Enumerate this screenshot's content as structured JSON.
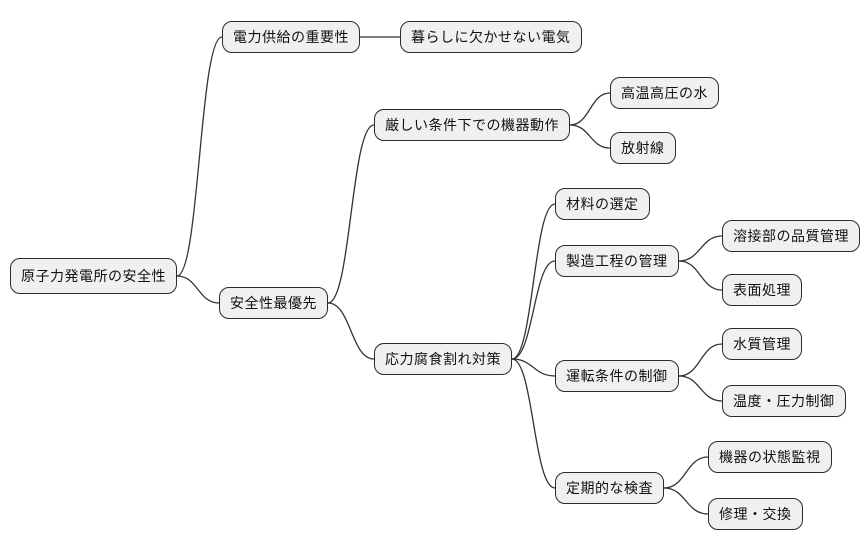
{
  "diagram": {
    "type": "mindmap",
    "language": "ja",
    "topic": "原子力発電所の安全性"
  },
  "colors": {
    "background": "#ffffff",
    "node_fill": "#f0f0f0",
    "node_border": "#2b2b2b",
    "link": "#333333",
    "text": "#111111"
  },
  "mindmap": {
    "root": {
      "label": "原子力発電所の安全性",
      "children": [
        {
          "label": "電力供給の重要性",
          "children": [
            {
              "label": "暮らしに欠かせない電気",
              "children": []
            }
          ]
        },
        {
          "label": "安全性最優先",
          "children": [
            {
              "label": "厳しい条件下での機器動作",
              "children": [
                {
                  "label": "高温高圧の水",
                  "children": []
                },
                {
                  "label": "放射線",
                  "children": []
                }
              ]
            },
            {
              "label": "応力腐食割れ対策",
              "children": [
                {
                  "label": "材料の選定",
                  "children": []
                },
                {
                  "label": "製造工程の管理",
                  "children": [
                    {
                      "label": "溶接部の品質管理",
                      "children": []
                    },
                    {
                      "label": "表面処理",
                      "children": []
                    }
                  ]
                },
                {
                  "label": "運転条件の制御",
                  "children": [
                    {
                      "label": "水質管理",
                      "children": []
                    },
                    {
                      "label": "温度・圧力制御",
                      "children": []
                    }
                  ]
                },
                {
                  "label": "定期的な検査",
                  "children": [
                    {
                      "label": "機器の状態監視",
                      "children": []
                    },
                    {
                      "label": "修理・交換",
                      "children": []
                    }
                  ]
                }
              ]
            }
          ]
        }
      ]
    }
  }
}
